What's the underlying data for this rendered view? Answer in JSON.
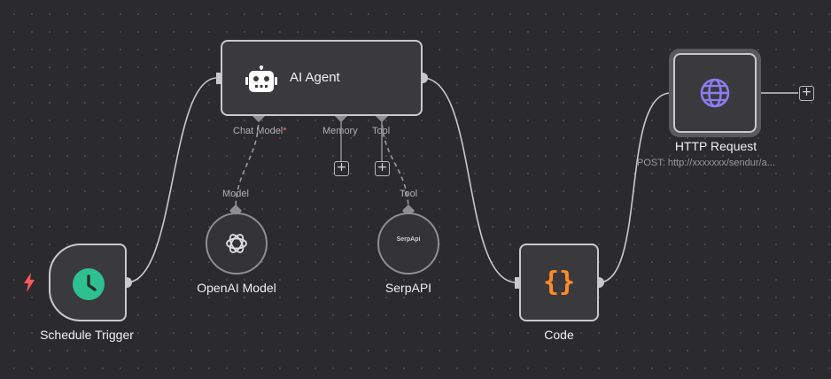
{
  "nodes": {
    "ai_agent": {
      "title": "AI Agent"
    },
    "schedule_trigger": {
      "title": "Schedule Trigger"
    },
    "openai_model": {
      "title": "OpenAI Model"
    },
    "serpapi": {
      "title": "SerpAPI",
      "logo_text": "SerpApi"
    },
    "code": {
      "title": "Code",
      "glyph": "{}"
    },
    "http_request": {
      "title": "HTTP Request",
      "subtitle": "POST: http://xxxxxxx/sendur/a..."
    }
  },
  "ports": {
    "chat_model": "Chat Model",
    "chat_model_required": "*",
    "memory": "Memory",
    "tool": "Tool",
    "model_in": "Model",
    "tool_in": "Tool"
  },
  "buttons": {
    "plus": "+"
  },
  "icons": {
    "agent": "robot-icon",
    "trigger": "clock-icon",
    "trigger_badge": "lightning-icon",
    "openai": "openai-icon",
    "code": "braces-icon",
    "http": "globe-icon"
  },
  "colors": {
    "canvas": "#2b2b2d",
    "node_bg": "#3a3a3c",
    "clock": "#2ec08f",
    "code_glyph": "#ff8a2a",
    "globe": "#8b7cf0",
    "bolt": "#ff5a5a",
    "required": "#ff6b6b"
  }
}
